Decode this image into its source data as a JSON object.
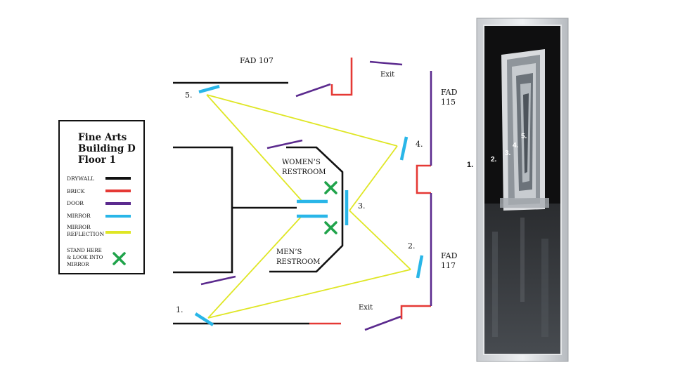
{
  "legend": {
    "title_lines": [
      "Fine Arts",
      "Building D",
      "Floor 1"
    ],
    "items": [
      {
        "key": "drywall",
        "label_lines": [
          "DRYWALL"
        ],
        "color": "#111111"
      },
      {
        "key": "brick",
        "label_lines": [
          "BRICK"
        ],
        "color": "#e53935"
      },
      {
        "key": "door",
        "label_lines": [
          "DOOR"
        ],
        "color": "#5b2a8e"
      },
      {
        "key": "mirror",
        "label_lines": [
          "MIRROR"
        ],
        "color": "#29b6e8"
      },
      {
        "key": "reflection",
        "label_lines": [
          "MIRROR",
          "REFLECTION"
        ],
        "color": "#dfe625"
      },
      {
        "key": "stand",
        "label_lines": [
          "STAND HERE",
          "& LOOK INTO",
          "MIRROR"
        ],
        "color": "#1fa34a",
        "icon": "x-mark-icon"
      }
    ]
  },
  "rooms": {
    "fad107": "FAD 107",
    "fad115_lines": [
      "FAD",
      "115"
    ],
    "fad117_lines": [
      "FAD",
      "117"
    ],
    "womens_lines": [
      "WOMEN’S",
      "RESTROOM"
    ],
    "mens_lines": [
      "MEN’S",
      "RESTROOM"
    ],
    "exit_top": "Exit",
    "exit_bottom": "Exit"
  },
  "mirror_labels": {
    "m1": "1.",
    "m2": "2.",
    "m3": "3.",
    "m4": "4.",
    "m5": "5."
  },
  "photo": {
    "labels": {
      "p1": "1.",
      "p2": "2.",
      "p3": "3.",
      "p4": "4.",
      "p5": "5."
    }
  }
}
